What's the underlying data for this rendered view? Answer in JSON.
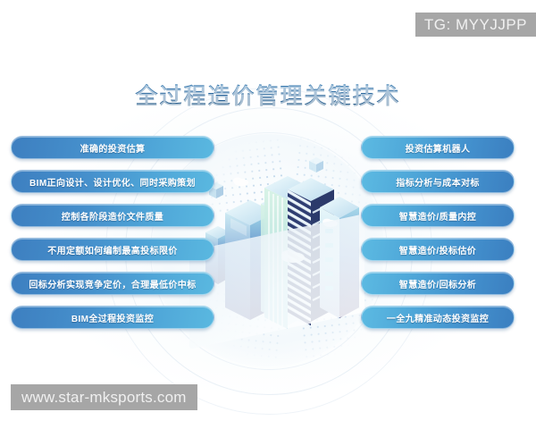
{
  "page": {
    "title": "全过程造价管理关键技术",
    "background_color": "#ffffff",
    "accent_color": "#4690cc",
    "title_color": "#2a6ba2"
  },
  "left_column": {
    "items": [
      {
        "label": "准确的投资估算"
      },
      {
        "label": "BIM正向设计、设计优化、同时采购策划"
      },
      {
        "label": "控制各阶段造价文件质量"
      },
      {
        "label": "不用定额如何编制最高投标限价"
      },
      {
        "label": "回标分析实现竞争定价，合理最低价中标"
      },
      {
        "label": "BIM全过程投资监控"
      }
    ]
  },
  "right_column": {
    "items": [
      {
        "label": "投资估算机器人"
      },
      {
        "label": "指标分析与成本对标"
      },
      {
        "label": "智慧造价/质量内控"
      },
      {
        "label": "智慧造价/投标估价"
      },
      {
        "label": "智慧造价/回标分析"
      },
      {
        "label": "一全九精准动态投资监控"
      }
    ]
  },
  "center_illustration": {
    "name": "isometric-city-buildings",
    "description": "三维等距城市建筑群"
  },
  "watermarks": {
    "telegram": "TG: MYYJJPP",
    "website": "www.star-mksports.com",
    "background_color": "#a6a6a6",
    "text_color": "#f0f0f0"
  }
}
